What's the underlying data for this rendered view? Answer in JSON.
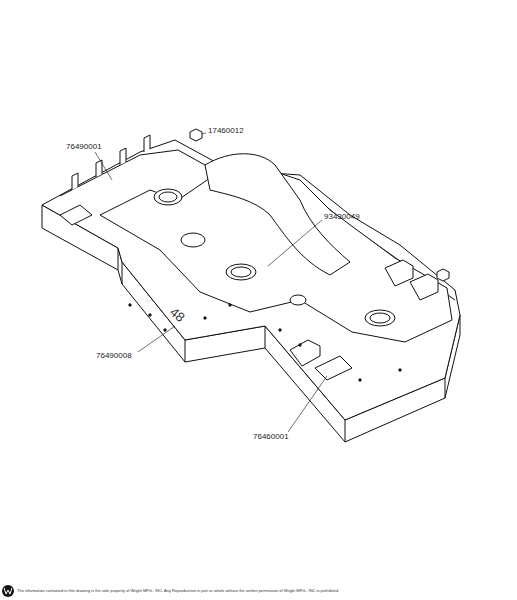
{
  "diagram": {
    "labels": [
      "76490001",
      "17460012",
      "93430049",
      "76490008",
      "76460001",
      "48",
      "The information contained in this drawing is the sole property of Wright MFG., INC. Any Reproduction in part or whole without the written permission of Wright MFG., INC is prohibited"
    ]
  }
}
